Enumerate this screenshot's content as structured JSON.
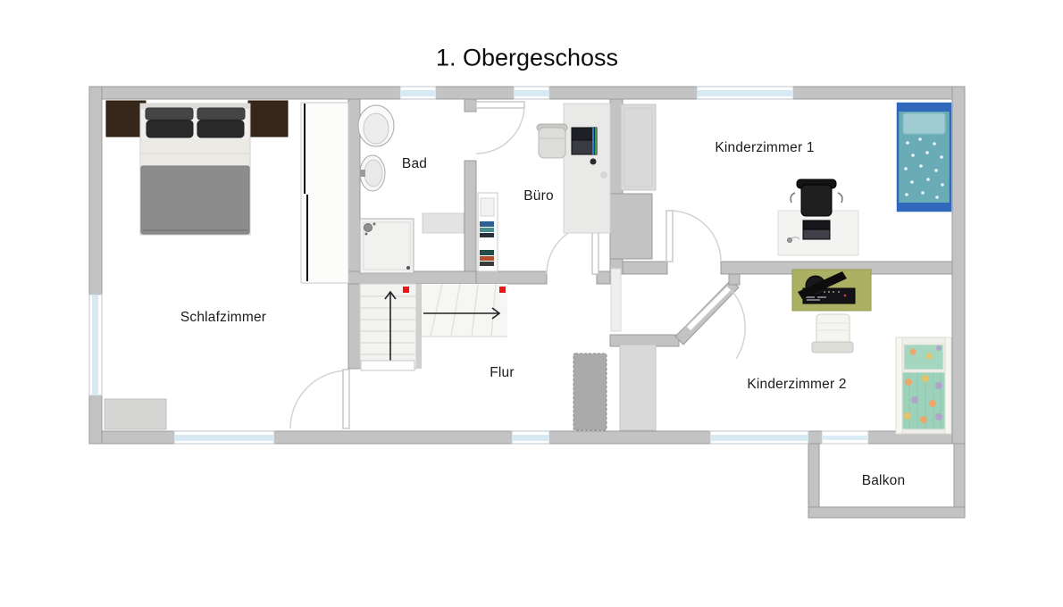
{
  "title": "1. Obergeschoss",
  "rooms": {
    "schlafzimmer": {
      "label": "Schlafzimmer"
    },
    "bad": {
      "label": "Bad"
    },
    "buero": {
      "label": "Büro"
    },
    "flur": {
      "label": "Flur"
    },
    "kinderzimmer1": {
      "label": "Kinderzimmer 1"
    },
    "kinderzimmer2": {
      "label": "Kinderzimmer 2"
    },
    "balkon": {
      "label": "Balkon"
    }
  },
  "stairs": {
    "flight_direction": "up",
    "winder_direction": "right",
    "markers": 2
  },
  "furniture": {
    "schlafzimmer": [
      "double-bed",
      "nightstand-left",
      "nightstand-right",
      "wardrobe",
      "dresser"
    ],
    "bad": [
      "toilet",
      "sink",
      "shower",
      "radiator"
    ],
    "buero": [
      "desk",
      "laptop",
      "office-chair",
      "bookshelf"
    ],
    "kinderzimmer1": [
      "single-bed-teal",
      "desk",
      "black-office-chair",
      "laptop",
      "wardrobe"
    ],
    "kinderzimmer2": [
      "green-desk-with-keyboard",
      "white-chair",
      "single-bed-balloons",
      "wardrobe"
    ],
    "flur": [
      "staircase",
      "cabinet",
      "radiator"
    ]
  },
  "colors": {
    "wall": "#c3c3c3",
    "wall_edge": "#9b9b9b",
    "window_glass": "#d7e9f2",
    "stair_marker_red": "#f01414",
    "nightstand_brown": "#37261a",
    "bed_blanket_gray": "#8c8c8c",
    "kz1_bed_teal": "#6aacb6",
    "kz1_bed_frame_blue": "#3069bc",
    "kz2_bed_mint": "#9cd1ba",
    "kz2_desk_green": "#aab162"
  }
}
